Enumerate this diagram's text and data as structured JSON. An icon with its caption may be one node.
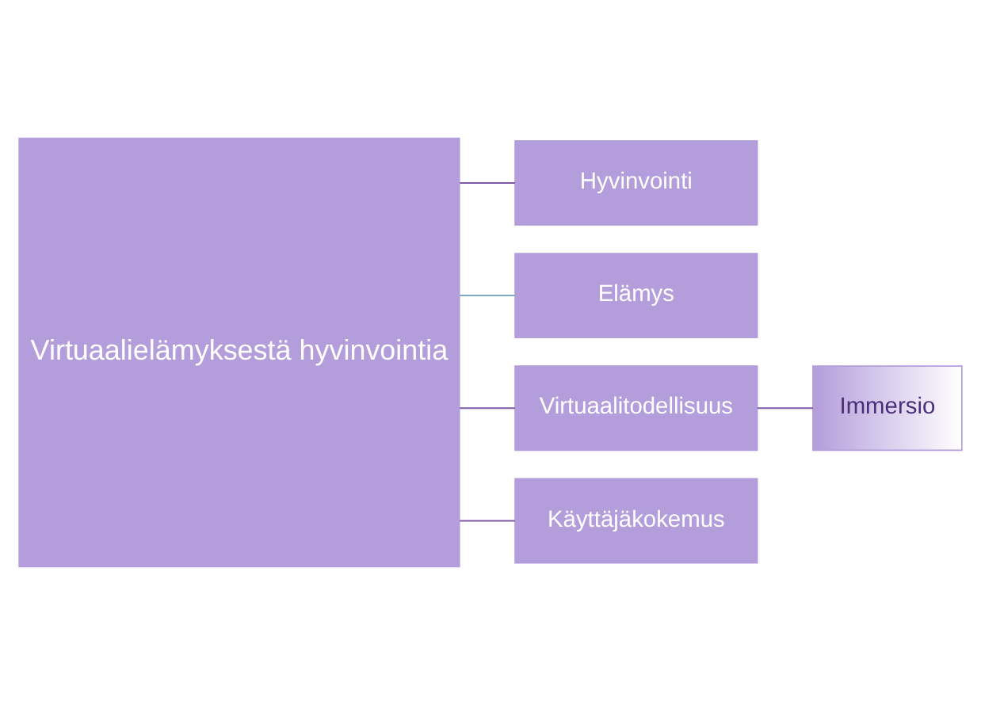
{
  "diagram": {
    "nodes": [
      {
        "text": [
          "Virtuaalielämyksestä hyvinvointia"
        ]
      },
      {
        "text": [
          "Hyvinvointi"
        ]
      },
      {
        "text": [
          "Elämys"
        ]
      },
      {
        "text": [
          "Virtuaalitodellisuus"
        ]
      },
      {
        "text": [
          "Käyttäjäkokemus"
        ]
      },
      {
        "text": [
          "Immersio"
        ]
      }
    ],
    "edges": [
      {
        "from": 0,
        "to": 1,
        "arrow": "none"
      },
      {
        "from": 0,
        "to": 2,
        "arrow": "none",
        "color": "#7fa7c9"
      },
      {
        "from": 0,
        "to": 3,
        "arrow": "none"
      },
      {
        "from": 0,
        "to": 4,
        "arrow": "none"
      },
      {
        "from": 3,
        "to": 5,
        "arrow": "none"
      }
    ]
  }
}
